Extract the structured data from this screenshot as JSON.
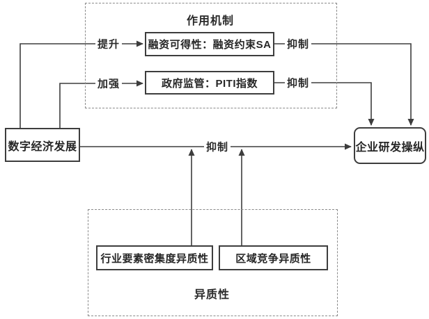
{
  "diagram": {
    "colors": {
      "background": "#ffffff",
      "line": "#3d3d3d",
      "box_border": "#3d3d3d",
      "dashed_border": "#8a8a8a",
      "text": "#262626"
    },
    "groups": {
      "mechanism_title": "作用机制",
      "heterogeneity_title": "异质性"
    },
    "nodes": {
      "digital_economy": "数字经济发展",
      "rd_manipulation": "企业研发操纵",
      "financing": "融资可得性：融资约束SA",
      "regulation": "政府监管：PITI指数",
      "industry_heterogeneity": "行业要素密集度异质性",
      "regional_heterogeneity": "区域竞争异质性"
    },
    "edge_labels": {
      "promote": "提升",
      "strengthen": "加强",
      "suppress_financing": "抑制",
      "suppress_regulation": "抑制",
      "suppress_main": "抑制"
    }
  }
}
